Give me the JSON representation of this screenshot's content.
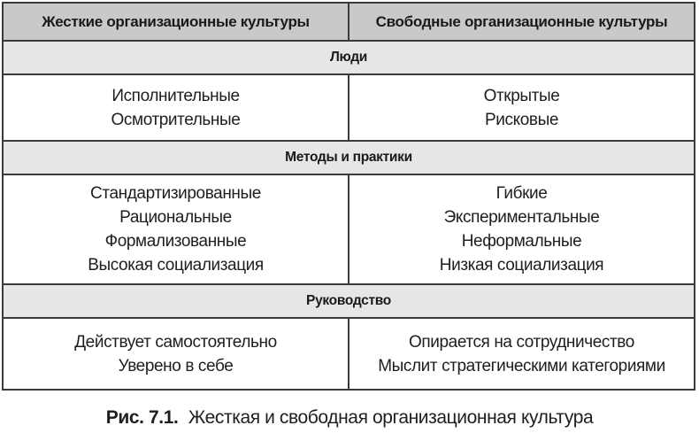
{
  "table": {
    "headers": [
      "Жесткие организационные культуры",
      "Свободные организационные культуры"
    ],
    "sections": [
      {
        "title": "Люди",
        "left": [
          "Исполнительные",
          "Осмотрительные"
        ],
        "right": [
          "Открытые",
          "Рисковые"
        ]
      },
      {
        "title": "Методы и практики",
        "left": [
          "Стандартизированные",
          "Рациональные",
          "Формализованные",
          "Высокая социализация"
        ],
        "right": [
          "Гибкие",
          "Экспериментальные",
          "Неформальные",
          "Низкая социализация"
        ]
      },
      {
        "title": "Руководство",
        "left": [
          "Действует самостоятельно",
          "Уверено в себе"
        ],
        "right": [
          "Опирается на сотрудничество",
          "Мыслит стратегическими категориями"
        ]
      }
    ]
  },
  "caption": {
    "number": "Рис. 7.1.",
    "text": "Жесткая и свободная организационная культура"
  },
  "colors": {
    "header_bg": "#c9c9c9",
    "section_bg": "#e6e6e6",
    "border": "#3a3a3a"
  }
}
